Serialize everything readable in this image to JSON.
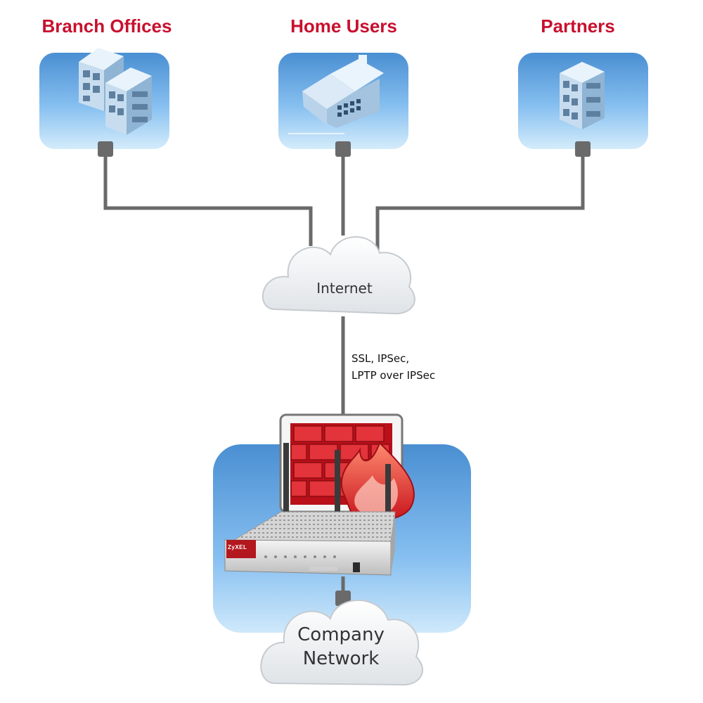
{
  "sites": {
    "branch_offices": "Branch Offices",
    "home_users": "Home Users",
    "partners": "Partners"
  },
  "internet": {
    "label": "Internet"
  },
  "link": {
    "line1": "SSL, IPSec,",
    "line2": "LPTP over IPSec"
  },
  "company": {
    "line1": "Company",
    "line2": "Network"
  },
  "device": {
    "brand": "ZyXEL"
  },
  "colors": {
    "title_red": "#c8102e",
    "panel_blue": "#4f94d4",
    "connector_gray": "#666666",
    "firewall_red": "#d7262c",
    "cloud_white": "#ffffff"
  },
  "icons": {
    "branch": "office-buildings-icon",
    "home": "house-icon",
    "partners": "office-building-icon",
    "security": "firewall-flame-icon",
    "device": "zyxel-usg-router-icon"
  }
}
